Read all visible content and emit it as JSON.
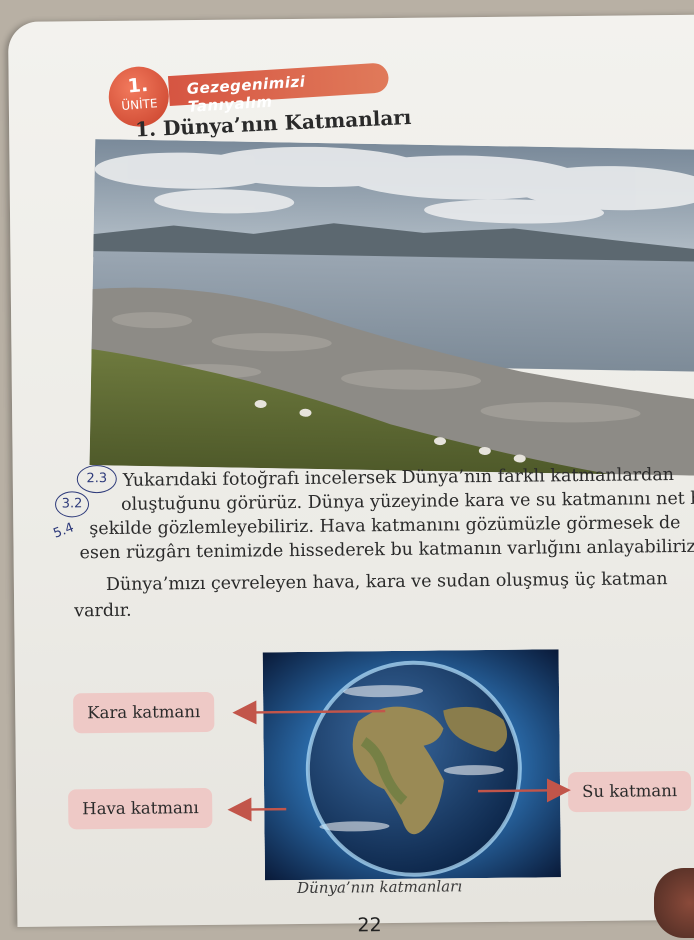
{
  "header": {
    "unit_number": "1.",
    "unit_word": "ÜNİTE",
    "unit_title": "Gezegenimizi Tanıyalım",
    "lesson_title": "1. Dünya’nın Katmanları"
  },
  "paragraph1": [
    "Yukarıdaki fotoğrafı incelersek Dünya’nın farklı katmanlardan",
    "oluştuğunu görürüz. Dünya yüzeyinde kara ve su katmanını net bir",
    "şekilde gözlemleyebiliriz. Hava katmanını gözümüzle görmesek de",
    "esen rüzgârı tenimizde hissederek bu katmanın varlığını anlayabiliriz."
  ],
  "paragraph2": [
    "Dünya’mızı çevreleyen hava, kara ve sudan oluşmuş üç katman",
    "vardır."
  ],
  "handwritten": {
    "note1": "2.3",
    "note2": "3.2",
    "note3": "5.4"
  },
  "figure": {
    "labels": {
      "kara": "Kara katmanı",
      "hava": "Hava katmanı",
      "su": "Su katmanı"
    },
    "caption": "Dünya’nın katmanları"
  },
  "page_number": "22",
  "colors": {
    "accent": "#d65542",
    "label_bg": "#eec9c6",
    "arrow": "#c2554a",
    "ink": "#2d3a7a"
  }
}
